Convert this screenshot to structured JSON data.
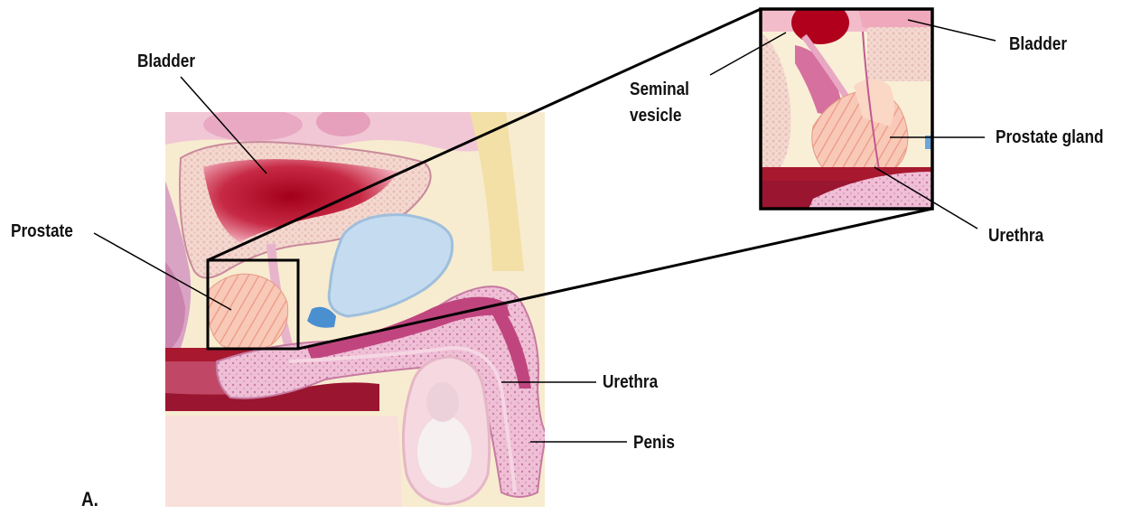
{
  "labels": {
    "bladder_main": "Bladder",
    "prostate_main": "Prostate",
    "urethra_main": "Urethra",
    "penis": "Penis",
    "panel_letter": "A.",
    "bladder_inset": "Bladder",
    "seminal_vesicle_line1": "Seminal",
    "seminal_vesicle_line2": "vesicle",
    "prostate_gland": "Prostate gland",
    "urethra_inset": "Urethra"
  },
  "colors": {
    "bladder": "#a3001a",
    "tissue_pink": "#efbfd6",
    "tissue_dark": "#d48ab3",
    "fat_cream": "#f6ecc4",
    "skin": "#f8dcd6",
    "blue_bone": "#c5dcf0",
    "outline": "#000000"
  }
}
